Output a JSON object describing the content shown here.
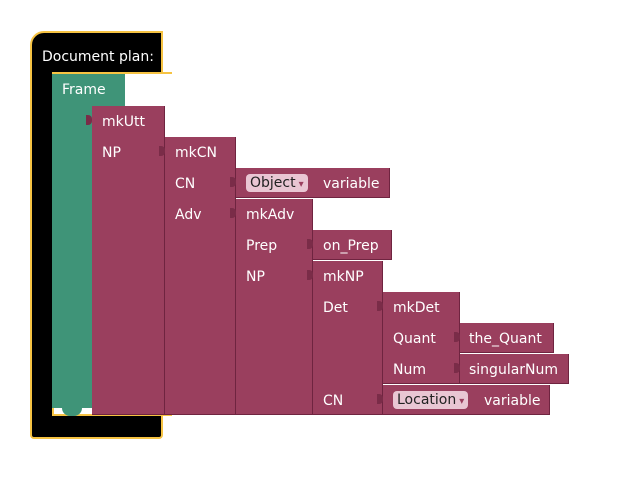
{
  "document_plan": {
    "title": "Document plan:"
  },
  "frame": {
    "label": "Frame"
  },
  "blocks": {
    "mkUtt": {
      "label": "mkUtt",
      "np_label": "NP"
    },
    "mkCN": {
      "label": "mkCN",
      "cn_label": "CN",
      "adv_label": "Adv"
    },
    "object_var": {
      "dropdown": "Object",
      "label": "variable"
    },
    "mkAdv": {
      "label": "mkAdv",
      "prep_label": "Prep",
      "np_label": "NP"
    },
    "on_prep": {
      "label": "on_Prep"
    },
    "mkNP": {
      "label": "mkNP",
      "det_label": "Det",
      "cn_label": "CN"
    },
    "mkDet": {
      "label": "mkDet",
      "quant_label": "Quant",
      "num_label": "Num"
    },
    "the_quant": {
      "label": "the_Quant"
    },
    "singular_num": {
      "label": "singularNum"
    },
    "location_var": {
      "dropdown": "Location",
      "label": "variable"
    }
  },
  "colors": {
    "block": "#9a3f5e",
    "frame": "#3f9478",
    "document_plan": "#000000",
    "highlight": "#f6c343"
  },
  "icons": {
    "dropdown_arrow": "▾"
  }
}
